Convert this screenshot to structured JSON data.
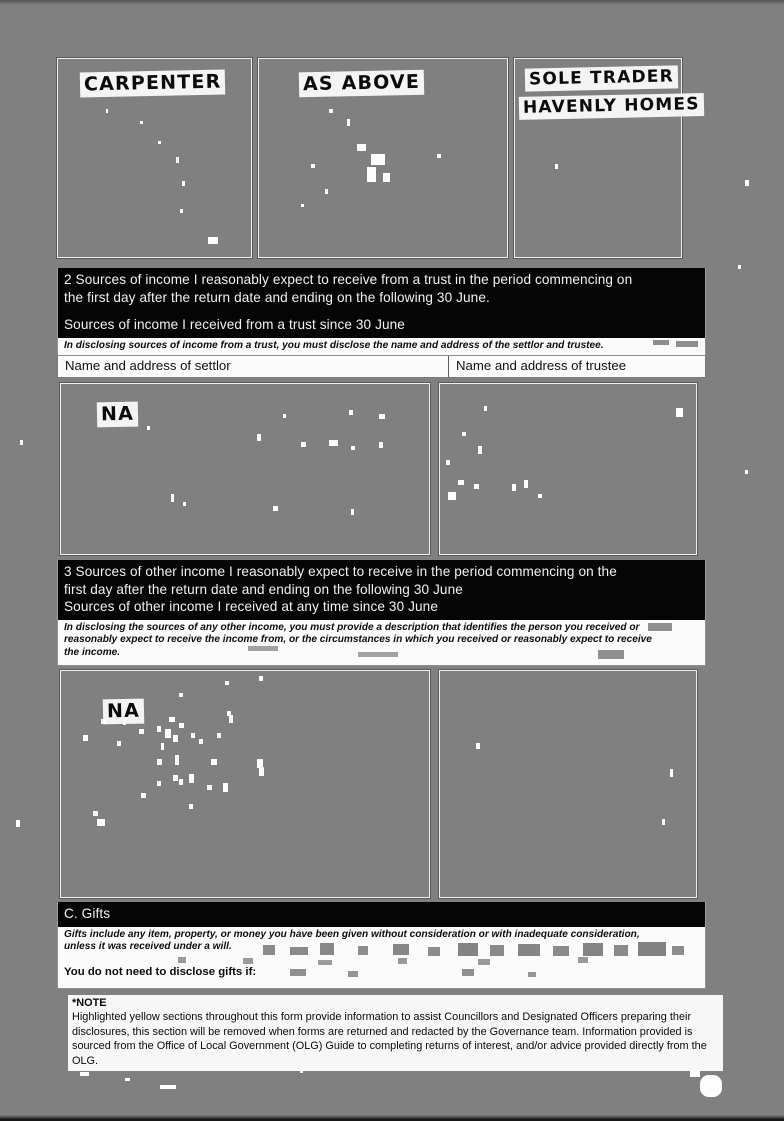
{
  "document": {
    "type": "scanned-form-page",
    "background_color": "#808080",
    "band_color": "#050505",
    "paper_color": "#fbfbfb"
  },
  "top_answer_boxes": [
    {
      "name": "occupation-box",
      "value": "CARPENTER"
    },
    {
      "name": "employer-box",
      "value": "AS ABOVE"
    },
    {
      "name": "business-nature-box",
      "value_line1": "SOLE TRADER",
      "value_line2": "HAVENLY HOMES"
    }
  ],
  "section_2": {
    "heading_line1": "2 Sources of income I reasonably expect to receive from a trust in the period commencing on",
    "heading_line2": "the first day after the return date and ending on the following 30 June.",
    "subheading": "Sources of income I received from a trust since 30 June",
    "guidance": "In disclosing sources of income from a trust, you must disclose the name and address of the settlor and trustee.",
    "column_headers": [
      "Name and address of settlor",
      "Name and address of trustee"
    ],
    "answers": [
      {
        "name": "settlor-answer",
        "value": "NA"
      },
      {
        "name": "trustee-answer",
        "value": ""
      }
    ]
  },
  "section_3": {
    "heading_line1": "3 Sources of other income I reasonably expect to receive in the period commencing on the",
    "heading_line2": "first day after the return date and ending on the following 30 June",
    "subheading": "Sources of other income I received at any time since 30 June",
    "guidance_line1": "In disclosing the sources of any other income, you must provide a description that identifies the person you received or",
    "guidance_line2": "reasonably expect to receive the income from, or the circumstances in which you received or reasonably expect to receive",
    "guidance_line3": "the income.",
    "answers": [
      {
        "name": "other-income-answer-left",
        "value": "NA"
      },
      {
        "name": "other-income-answer-right",
        "value": ""
      }
    ]
  },
  "section_c": {
    "heading": "C. Gifts",
    "guidance_line1": "Gifts include any item, property, or money you have been given without consideration or with inadequate consideration,",
    "guidance_line2": "unless it was received under a will.",
    "prompt": "You do not need to disclose gifts if:"
  },
  "footer_note": {
    "title": "*NOTE",
    "line1": "Highlighted yellow sections throughout this form provide information to assist Councillors and Designated Officers preparing their",
    "line2": "disclosures, this section will be removed when forms are returned and redacted by the Governance team. Information provided is",
    "line3": "sourced from the Office of Local Government (OLG) Guide to completing returns of interest, and/or advice provided directly from",
    "line4": "the OLG."
  }
}
